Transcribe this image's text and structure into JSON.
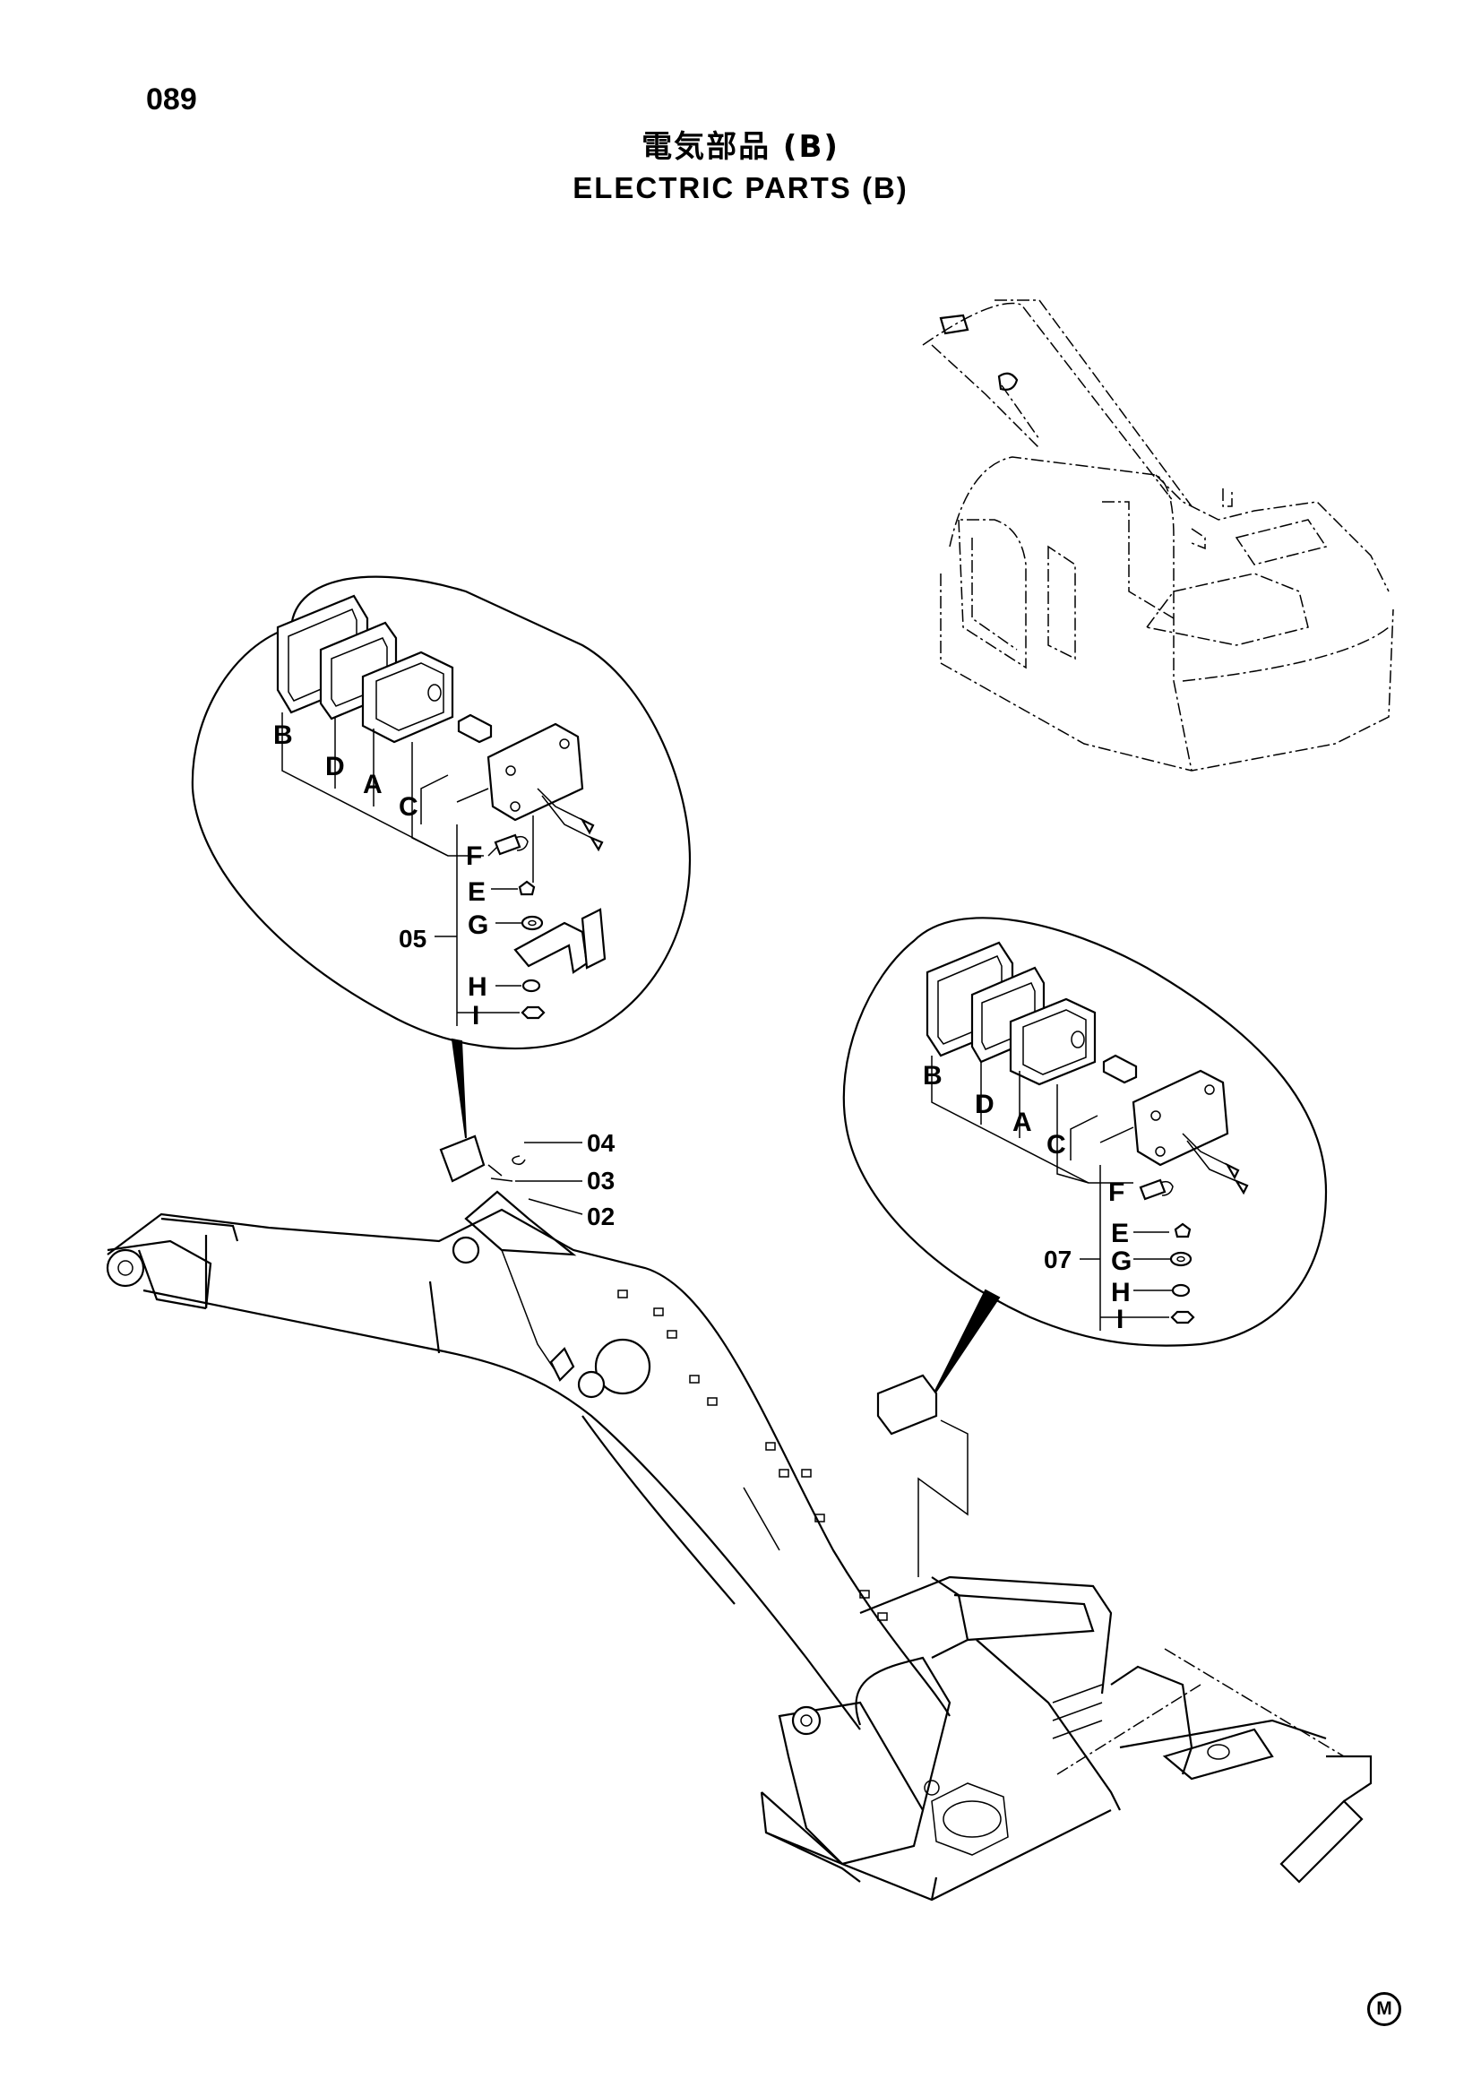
{
  "page": {
    "number": "089"
  },
  "title": {
    "japanese": "電気部品 (B)",
    "english": "ELECTRIC PARTS (B)"
  },
  "callout_left": {
    "letters": [
      "B",
      "D",
      "A",
      "C",
      "F",
      "E",
      "G",
      "H",
      "I"
    ],
    "part_number": "05"
  },
  "callout_right": {
    "letters": [
      "B",
      "D",
      "A",
      "C",
      "F",
      "E",
      "G",
      "H",
      "I"
    ],
    "part_number": "07"
  },
  "boom_parts": [
    "04",
    "03",
    "02"
  ],
  "footer_mark": "M"
}
